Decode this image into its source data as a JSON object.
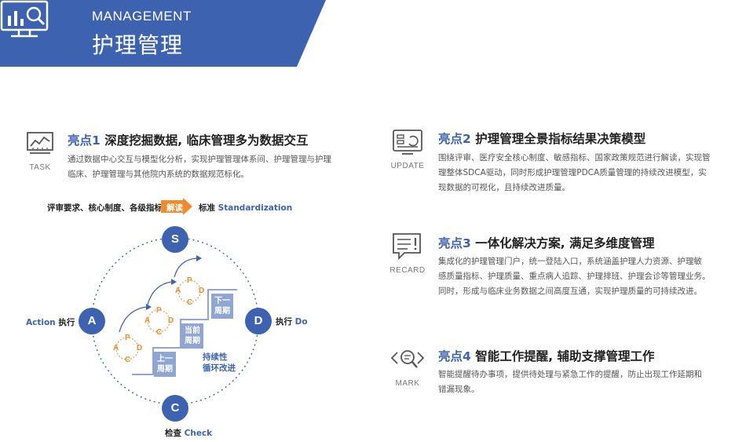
{
  "header": {
    "title_en": "MANAGEMENT",
    "title_zh": "护理管理",
    "banner_color": "#3d63b0"
  },
  "highlights": [
    {
      "num": "亮点1",
      "title": " 深度挖掘数据, 临床管理多为数据交互",
      "icon_label": "TASK",
      "icon": "line-chart-icon",
      "desc": [
        "通过数据中心交互与模型化分析，实现护理管理体系间、护理管理与护理",
        "临床、护理管理与其他院内系统的数据规范标化。"
      ]
    },
    {
      "num": "亮点2",
      "title": " 护理管理全景指标结果决策模型",
      "icon_label": "UPDATE",
      "icon": "monitor-update-icon",
      "desc": [
        "围绕评审、医疗安全核心制度、敏感指标、国家政策规范进行解读，实现管",
        "理整体SDCA驱动，同时形成护理管理PDCA质量管理的持续改进模型，实",
        "现数据的可视化，且持续改进质量。"
      ]
    },
    {
      "num": "亮点3",
      "title": " 一体化解决方案, 满足多维度管理",
      "icon_label": "RECARD",
      "icon": "message-alert-icon",
      "desc": [
        "集成化的护理管理门户，统一登陆入口，系统涵盖护理人力资源、护理敏",
        "感质量指标、护理质量、重点病人追踪、护理排班、护理会诊等管理业务。",
        "同时，形成与临床业务数据之间高度互通，实现护理质量的可持续改进。"
      ]
    },
    {
      "num": "亮点4",
      "title": " 智能工作提醒, 辅助支撑管理工作",
      "icon_label": "MARK",
      "icon": "magnifier-code-icon",
      "desc": [
        "智能提醒待办事项，提供待处理与紧急工作的提醒，防止出现工作延期和",
        "错漏现象。"
      ]
    }
  ],
  "diagram": {
    "top_left": "评审要求、核心制度、各级指标",
    "interpret": "解读",
    "standard_zh": "标准",
    "standard_en": "Standardization",
    "node_s": "S",
    "node_a": "A",
    "node_d": "D",
    "node_c": "C",
    "action_en": "Action",
    "action_zh": "执行",
    "do_zh": "执行",
    "do_en": "Do",
    "check_zh": "检查",
    "check_en": "Check",
    "pdca": [
      "P",
      "D",
      "C",
      "A"
    ],
    "period_prev": [
      "上一",
      "周期"
    ],
    "period_curr": [
      "当前",
      "周期"
    ],
    "period_next": [
      "下一",
      "周期"
    ],
    "cycle": [
      "持续性",
      "循环改进"
    ],
    "accent_orange": "#f08a2a"
  }
}
